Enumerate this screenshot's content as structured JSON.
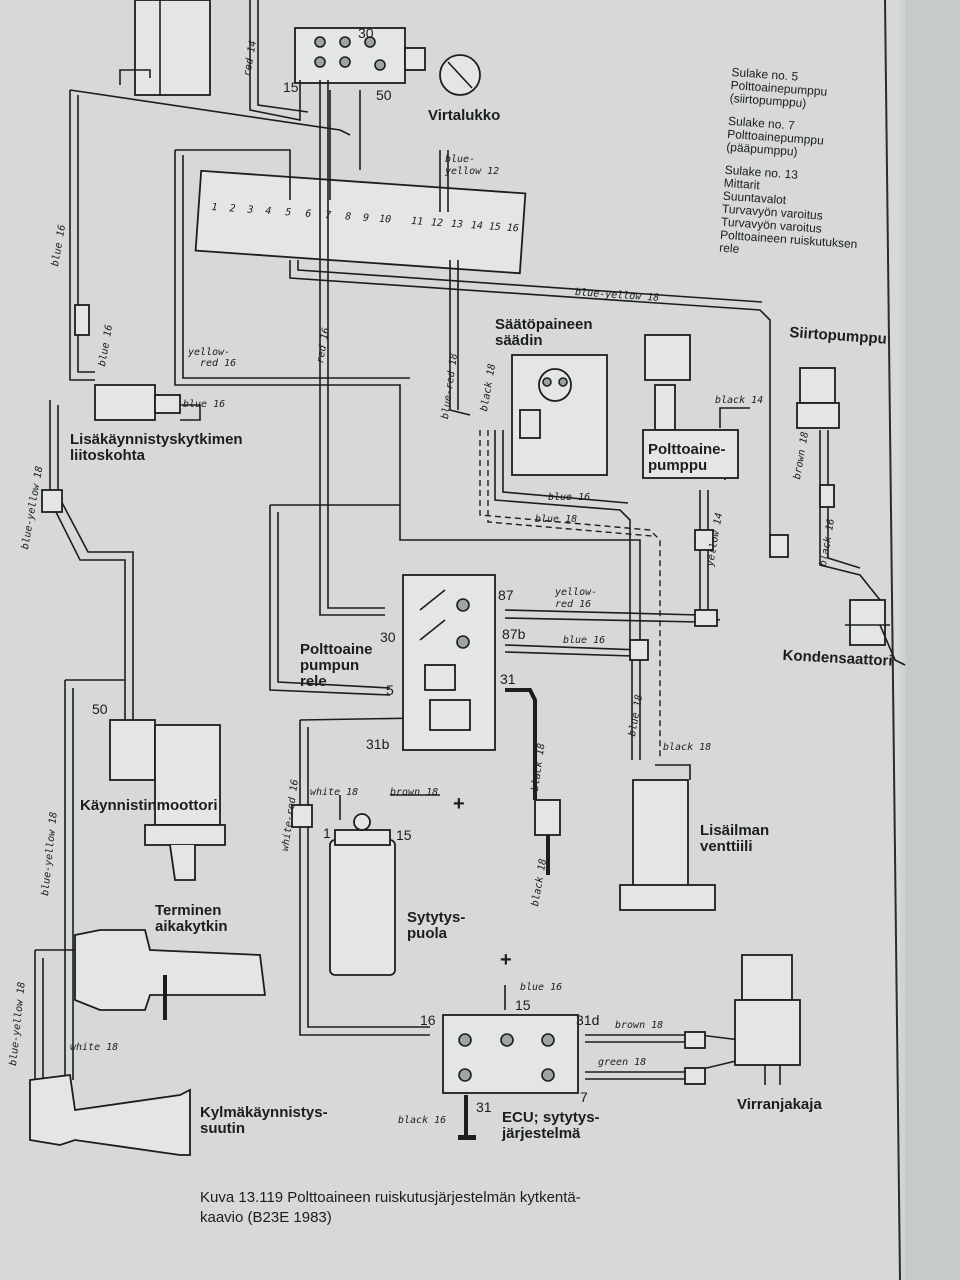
{
  "labels": {
    "ignition_switch": "Virtalukko",
    "fuse_info": [
      "Sulake no. 5",
      "Polttoainepumppu",
      "(siirtopumppu)",
      "Sulake no. 7",
      "Polttoainepumppu",
      "(pääpumppu)",
      "Sulake no. 13",
      "Mittarit",
      "Suuntavalot",
      "Turvavyön varoitus",
      "Turvavyön varoitus",
      "Polttoaineen ruiskutuksen",
      "rele"
    ],
    "pressure_regulator": [
      "Säätöpaineen",
      "säädin"
    ],
    "transfer_pump": "Siirtopumppu",
    "fuel_pump": [
      "Polttoaine-",
      "pumppu"
    ],
    "cold_start_connector": [
      "Lisäkäynnistyskytkimen",
      "liitoskohta"
    ],
    "fuel_pump_relay": [
      "Polttoaine",
      "pumpun",
      "rele"
    ],
    "capacitor": "Kondensaattori",
    "starter_motor": "Käynnistinmoottori",
    "aux_air_valve": [
      "Lisäilman",
      "venttiili"
    ],
    "ignition_coil": [
      "Sytytys-",
      "puola"
    ],
    "thermal_timer": [
      "Terminen",
      "aikakytkin"
    ],
    "cold_start_injector": [
      "Kylmäkäynnistys-",
      "suutin"
    ],
    "ecu": [
      "ECU; sytytys-",
      "järjestelmä"
    ],
    "distributor": "Virranjakaja"
  },
  "terminals": {
    "sw_30": "30",
    "sw_15": "15",
    "sw_50": "50",
    "r_87": "87",
    "r_87b": "87b",
    "r_30": "30",
    "r_5": "5",
    "r_31": "31",
    "r_31b": "31b",
    "starter_50": "50",
    "coil_1": "1",
    "coil_15": "15",
    "coil_plus": "+",
    "ecu_plus": "+",
    "ecu_15": "15",
    "ecu_16": "16",
    "ecu_31d": "31d",
    "ecu_7": "7",
    "ecu_31": "31"
  },
  "fuse_numbers": [
    "1",
    "2",
    "3",
    "4",
    "5",
    "6",
    "7",
    "8",
    "9",
    "10",
    "11",
    "12",
    "13",
    "14",
    "15",
    "16"
  ],
  "wires": {
    "red14": "red 14",
    "by12": [
      "blue-",
      "yellow 12"
    ],
    "blue16_left": "blue 16",
    "blue16_connector": "blue 16",
    "blue16_mid": "blue 16",
    "red16": "red 16",
    "yellowred16": [
      "yellow-",
      "red 16"
    ],
    "bluered18": "blue-red 18",
    "blueyellow18_top": "blue-yellow 18",
    "black18_reg": "black 18",
    "black14": "black 14",
    "brown18_tp": "brown 18",
    "black16_tp": "black 16",
    "blue18_dash": "blue 18",
    "blue16_reg": "blue 16",
    "yellow14": "yellow 14",
    "yr16_relay": [
      "yellow-",
      "red 16"
    ],
    "blue16_relay": "blue 16",
    "blue18_valve": "blue 18",
    "black18_valve": "black 18",
    "black18_31": "black 18",
    "black18_ground": "black 18",
    "wr16": "white-red 16",
    "white18": "white 18",
    "brown18_coil": "brown 18",
    "blue16_ecu": "blue 16",
    "brown18_dist": "brown 18",
    "green18": "green 18",
    "black16_ecu": "black 16",
    "by18_left": "blue-yellow 18",
    "by18_left2": "blue-yellow 18",
    "bluey18_bottom": "blue-yellow 18",
    "white18_bottom": "white 18"
  },
  "caption": [
    "Kuva 13.119 Polttoaineen ruiskutusjärjestelmän kytkentä-",
    "kaavio (B23E 1983)"
  ]
}
